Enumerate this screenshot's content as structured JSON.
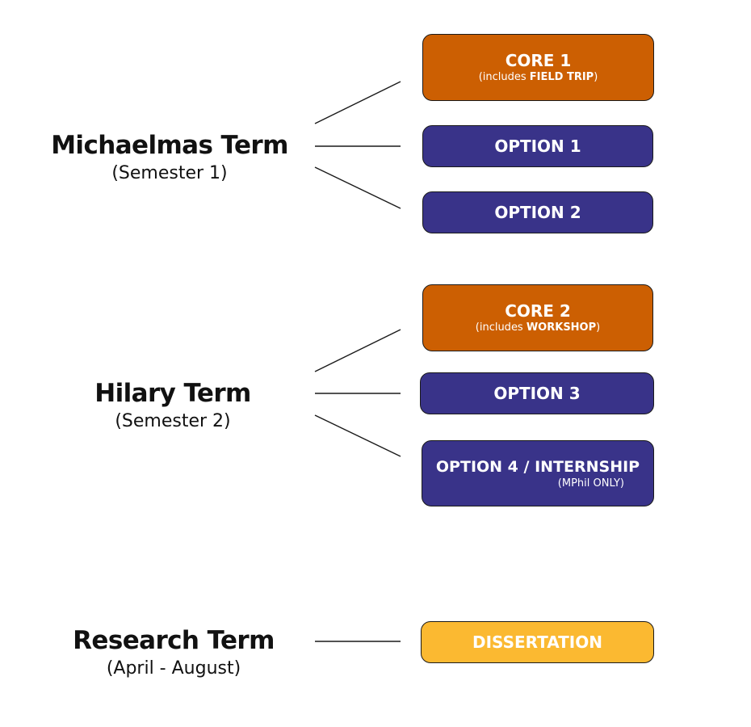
{
  "terms": [
    {
      "name": "Michaelmas Term",
      "period": "(Semester 1)"
    },
    {
      "name": "Hilary Term",
      "period": "(Semester 2)"
    },
    {
      "name": "Research Term",
      "period": "(April - August)"
    }
  ],
  "modules": {
    "core1": {
      "label": "CORE 1",
      "note_pre": "(includes ",
      "note_bold": "FIELD TRIP",
      "note_post": ")"
    },
    "option1": {
      "label": "OPTION 1"
    },
    "option2": {
      "label": "OPTION 2"
    },
    "core2": {
      "label": "CORE 2",
      "note_pre": "(includes ",
      "note_bold": "WORKSHOP",
      "note_post": ")"
    },
    "option3": {
      "label": "OPTION 3"
    },
    "option4": {
      "label": "OPTION 4 / INTERNSHIP",
      "note": "(MPhil ONLY)"
    },
    "dissertation": {
      "label": "DISSERTATION"
    }
  },
  "colors": {
    "core": "#cc5f02",
    "option": "#393389",
    "dissertation": "#fbb931",
    "text_dark": "#111111",
    "text_light": "#ffffff"
  }
}
